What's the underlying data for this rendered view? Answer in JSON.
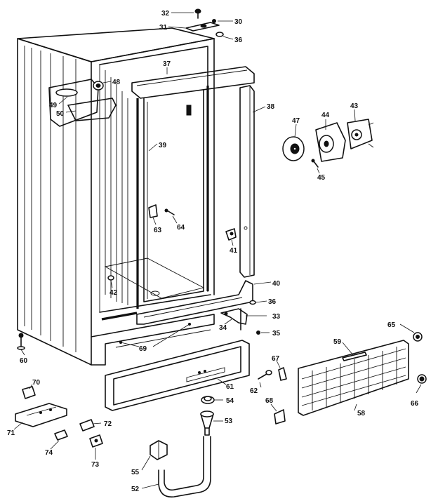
{
  "diagram": {
    "part_labels": [
      {
        "id": "label-32",
        "text": "32"
      },
      {
        "id": "label-31",
        "text": "31"
      },
      {
        "id": "label-30",
        "text": "30"
      },
      {
        "id": "label-36-top",
        "text": "36"
      },
      {
        "id": "label-37",
        "text": "37"
      },
      {
        "id": "label-48",
        "text": "48"
      },
      {
        "id": "label-49",
        "text": "49"
      },
      {
        "id": "label-50",
        "text": "50"
      },
      {
        "id": "label-38",
        "text": "38"
      },
      {
        "id": "label-39",
        "text": "39"
      },
      {
        "id": "label-43",
        "text": "43"
      },
      {
        "id": "label-47",
        "text": "47"
      },
      {
        "id": "label-44",
        "text": "44"
      },
      {
        "id": "label-45",
        "text": "45"
      },
      {
        "id": "label-63",
        "text": "63"
      },
      {
        "id": "label-64",
        "text": "64"
      },
      {
        "id": "label-41",
        "text": "41"
      },
      {
        "id": "label-42",
        "text": "42"
      },
      {
        "id": "label-40",
        "text": "40"
      },
      {
        "id": "label-36-bottom",
        "text": "36"
      },
      {
        "id": "label-33",
        "text": "33"
      },
      {
        "id": "label-34",
        "text": "34"
      },
      {
        "id": "label-35",
        "text": "35"
      },
      {
        "id": "label-60",
        "text": "60"
      },
      {
        "id": "label-69",
        "text": "69"
      },
      {
        "id": "label-65",
        "text": "65"
      },
      {
        "id": "label-59",
        "text": "59"
      },
      {
        "id": "label-67",
        "text": "67"
      },
      {
        "id": "label-62",
        "text": "62"
      },
      {
        "id": "label-61",
        "text": "61"
      },
      {
        "id": "label-70",
        "text": "70"
      },
      {
        "id": "label-54",
        "text": "54"
      },
      {
        "id": "label-68",
        "text": "68"
      },
      {
        "id": "label-58",
        "text": "58"
      },
      {
        "id": "label-66",
        "text": "66"
      },
      {
        "id": "label-71",
        "text": "71"
      },
      {
        "id": "label-72",
        "text": "72"
      },
      {
        "id": "label-53",
        "text": "53"
      },
      {
        "id": "label-74",
        "text": "74"
      },
      {
        "id": "label-73",
        "text": "73"
      },
      {
        "id": "label-55",
        "text": "55"
      },
      {
        "id": "label-52",
        "text": "52"
      }
    ]
  }
}
